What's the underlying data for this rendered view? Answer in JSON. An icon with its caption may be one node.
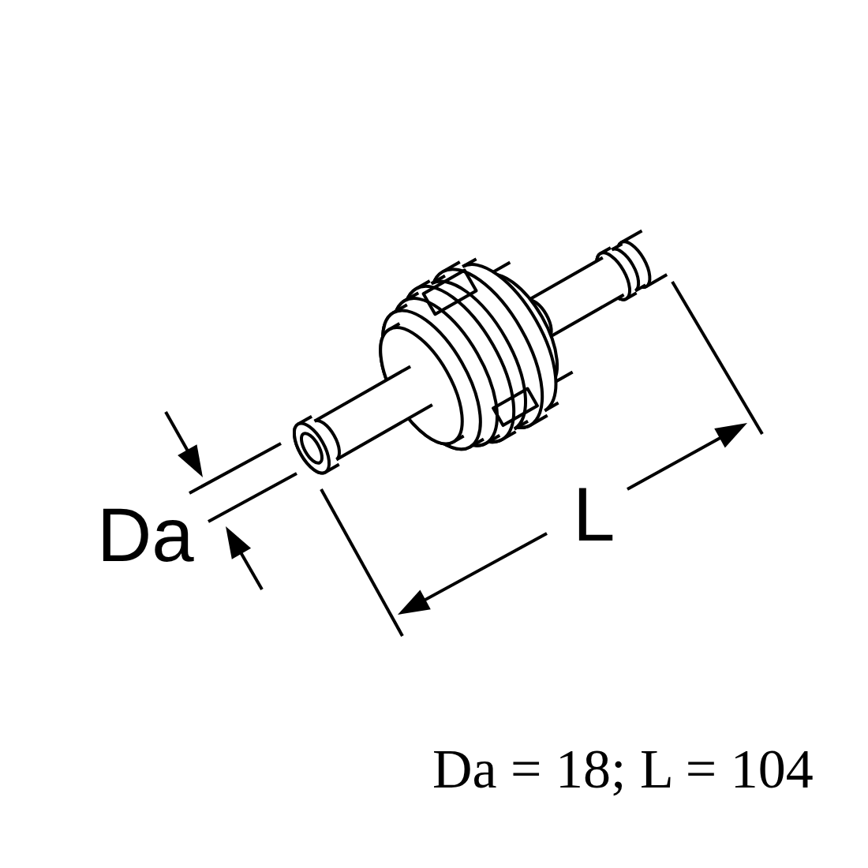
{
  "diagram": {
    "labels": [
      "Da",
      "L",
      "Da = 18; L = 104"
    ]
  }
}
